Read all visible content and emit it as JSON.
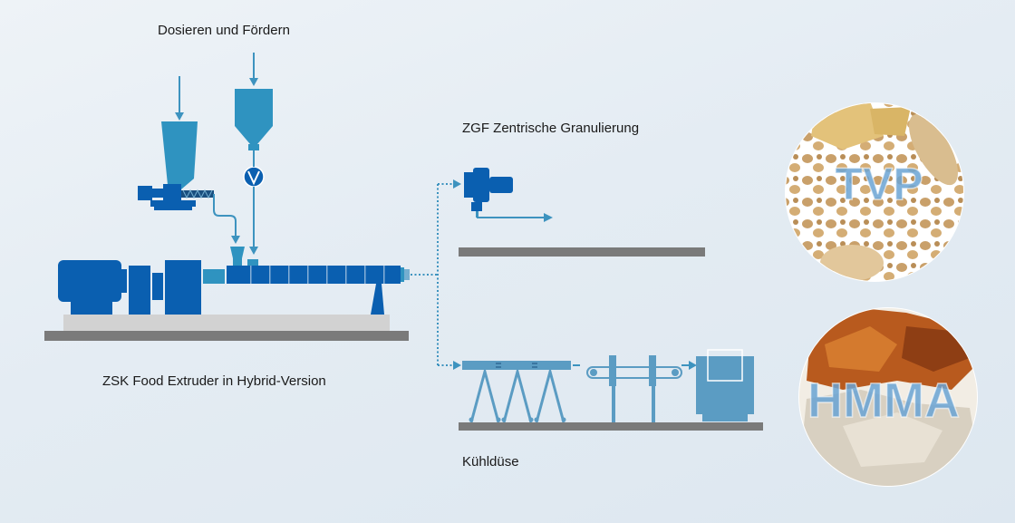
{
  "labels": {
    "dosing": "Dosieren und Fördern",
    "granulation": "ZGF Zentrische Granulierung",
    "extruder": "ZSK Food Extruder in Hybrid-Version",
    "cooling_die": "Kühldüse"
  },
  "products": {
    "tvp": "TVP",
    "hmma": "HMMA"
  },
  "colors": {
    "machine_blue": "#0a5fb0",
    "hopper_blue": "#2f93c0",
    "flow_line": "#3d93bf",
    "light_blue": "#74aed0",
    "base_gray": "#7a7a7a",
    "frame_gray": "#d2d2d2"
  }
}
